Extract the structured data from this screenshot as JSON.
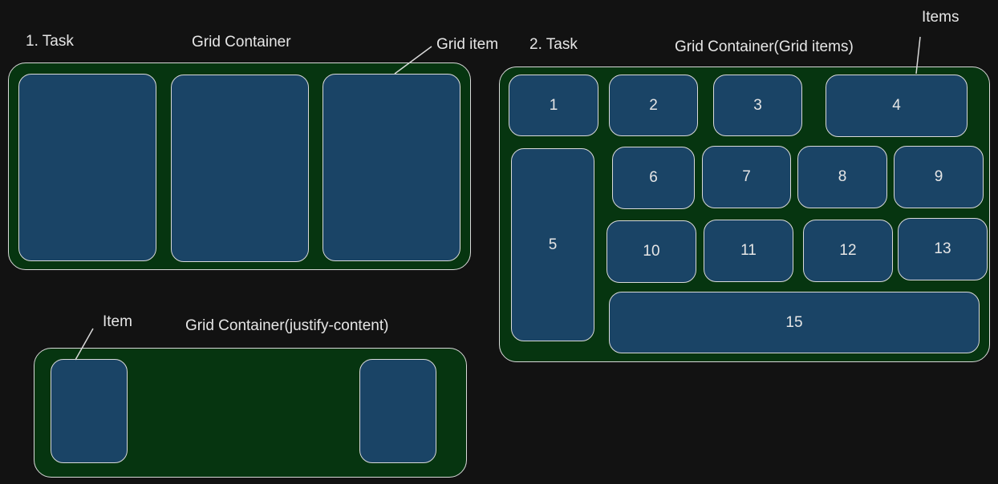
{
  "task1": {
    "task_label": "1. Task",
    "container_label": "Grid Container",
    "item_label": "Grid item"
  },
  "task_justify": {
    "item_label": "Item",
    "container_label": "Grid Container(justify-content)"
  },
  "task2": {
    "task_label": "2. Task",
    "container_label": "Grid Container(Grid items)",
    "items_label": "Items",
    "items": [
      "1",
      "2",
      "3",
      "4",
      "5",
      "6",
      "7",
      "8",
      "9",
      "10",
      "11",
      "12",
      "13",
      "15"
    ]
  },
  "colors": {
    "background": "#121212",
    "container_fill": "#063510",
    "item_fill": "#1a4466",
    "stroke": "#d9d9d9"
  }
}
